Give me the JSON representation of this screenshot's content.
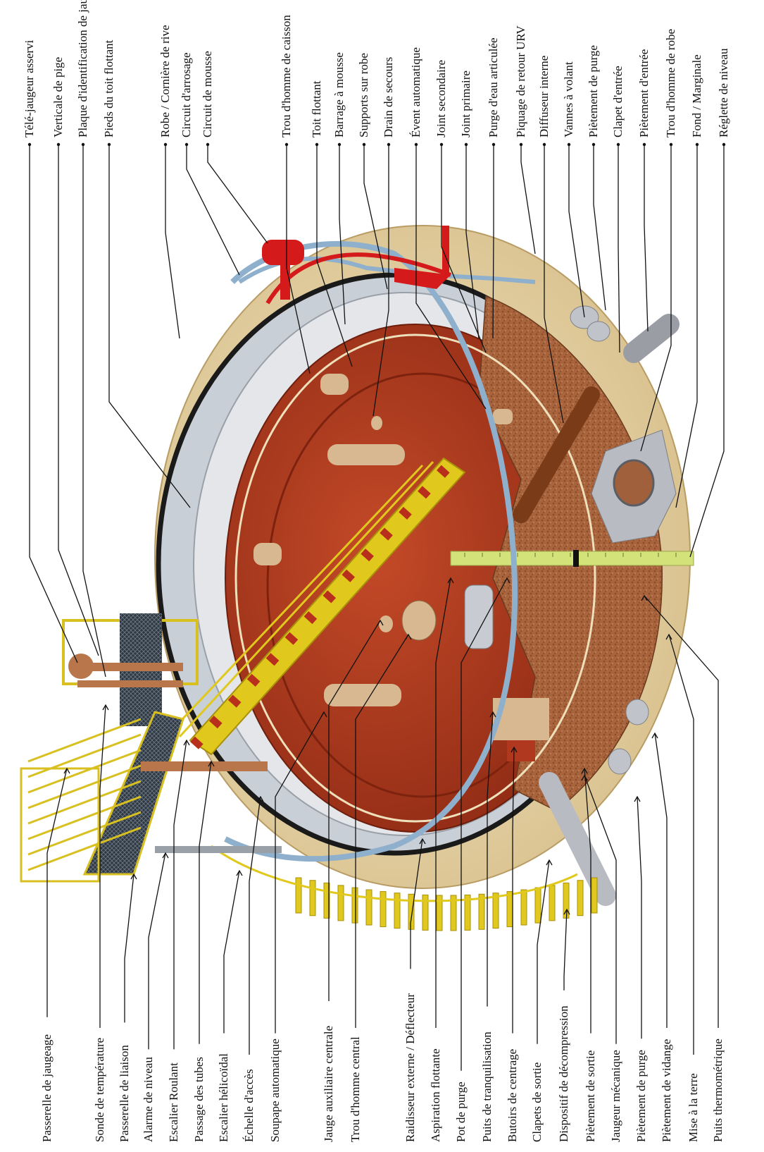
{
  "diagram": {
    "top_labels": [
      "Télé-jaugeur asservi",
      "Verticale de pige",
      "Plaque d'identification de jaugeage",
      "Pieds du toit flottant",
      "Robe / Cornière de rive",
      "Circuit d'arrosage",
      "Circuit de mousse",
      "Trou d'homme de caisson",
      "Toit flottant",
      "Barrage à mousse",
      "Supports sur robe",
      "Drain de secours",
      "Évent automatique",
      "Joint secondaire",
      "Joint primaire",
      "Purge d'eau articulée",
      "Piquage de retour URV",
      "Diffuseur interne",
      "Vannes à volant",
      "Piètement de purge",
      "Clapet d'entrée",
      "Piètement d'entrée",
      "Trou d'homme de robe",
      "Fond / Marginale",
      "Réglette de niveau"
    ],
    "bottom_labels": [
      "Passerelle de jaugeage",
      "Sonde de température",
      "Passerelle de liaison",
      "Alarme de niveau",
      "Escalier Roulant",
      "Passage des tubes",
      "Escalier hélicoïdal",
      "Échelle d'accès",
      "Soupape automatique",
      "Jauge auxiliaire centrale",
      "Trou d'homme central",
      "Raidisseur externe / Déflecteur",
      "Aspiration flottante",
      "Pot de purge",
      "Puits de tranquilisation",
      "Butoirs de centrage",
      "Clapets de sortie",
      "Dispositif de décompression",
      "Piètement de sortie",
      "Jaugeur mécanique",
      "Piètement de purge",
      "Piètement de vidange",
      "Mise à la terre",
      "Puits thermométrique"
    ]
  },
  "colors": {
    "shell": "#e8d6ab",
    "roof": "#b0381e",
    "floor": "#a0603c",
    "stair": "#e0c81c",
    "pipe_blue": "#8fb0cc",
    "foam_red": "#d41a1a",
    "level_strip": "#d4e27a"
  }
}
